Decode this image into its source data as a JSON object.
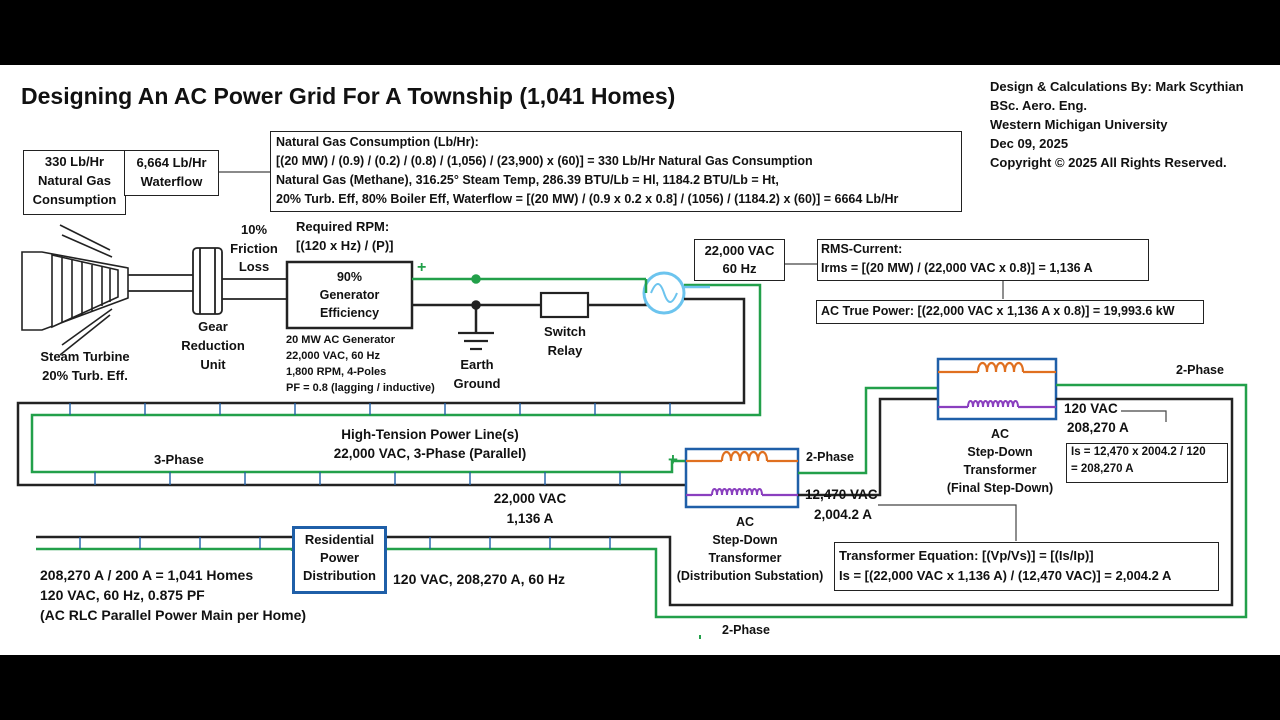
{
  "title": "Designing An AC Power Grid For A Township (1,041 Homes)",
  "credits": [
    "Design & Calculations By:  Mark Scythian",
    "BSc. Aero. Eng.",
    "Western Michigan University",
    "Dec 09, 2025",
    "Copyright © 2025 All Rights Reserved."
  ],
  "gas_box": [
    "330 Lb/Hr",
    "Natural Gas",
    "Consumption"
  ],
  "water_box": [
    "6,664 Lb/Hr",
    "Waterflow"
  ],
  "calc_box": [
    "Natural Gas Consumption (Lb/Hr):",
    "[(20 MW) / (0.9) / (0.2) / (0.8) / (1,056) / (23,900) x (60)] = 330 Lb/Hr Natural Gas Consumption",
    "Natural Gas (Methane), 316.25° Steam Temp, 286.39 BTU/Lb = Hl, 1184.2 BTU/Lb = Ht,",
    "20% Turb. Eff, 80% Boiler Eff, Waterflow = [(20 MW) / (0.9 x 0.2 x 0.8] / (1056) / (1184.2) x (60)] = 6664 Lb/Hr"
  ],
  "friction": [
    "10%",
    "Friction",
    "Loss"
  ],
  "rpm": [
    "Required RPM:",
    "[(120 x Hz) / (P)]"
  ],
  "generator_box": [
    "90%",
    "Generator",
    "Efficiency"
  ],
  "generator_specs": [
    "20 MW AC Generator",
    "22,000 VAC, 60 Hz",
    "1,800 RPM, 4-Poles",
    "PF = 0.8 (lagging / inductive)"
  ],
  "steam_turbine": [
    "Steam Turbine",
    "20% Turb. Eff."
  ],
  "gear": [
    "Gear",
    "Reduction",
    "Unit"
  ],
  "earth": [
    "Earth",
    "Ground"
  ],
  "switch": [
    "Switch",
    "Relay"
  ],
  "vac_box": [
    "22,000 VAC",
    "60 Hz"
  ],
  "rms_box": [
    "RMS-Current:",
    "Irms = [(20 MW) / (22,000 VAC x 0.8)] = 1,136 A"
  ],
  "true_power": "AC True Power:  [(22,000 VAC x 1,136 A x 0.8)] = 19,993.6 kW",
  "plus": "+",
  "hv_line": [
    "High-Tension Power Line(s)",
    "22,000 VAC, 3-Phase (Parallel)"
  ],
  "three_phase": "3-Phase",
  "two_phase": "2-Phase",
  "line_current": [
    "22,000 VAC",
    "1,136 A"
  ],
  "sub_label": [
    "AC",
    "Step-Down",
    "Transformer",
    "(Distribution Substation)"
  ],
  "out_12470": [
    "12,470 VAC",
    "2,004.2 A"
  ],
  "final_label": [
    "AC",
    "Step-Down",
    "Transformer",
    "(Final Step-Down)"
  ],
  "out_120": [
    "120 VAC",
    "208,270 A"
  ],
  "is_box": [
    "Is = 12,470 x 2004.2 / 120",
    "= 208,270 A"
  ],
  "tx_eq": [
    "Transformer Equation: [(Vp/Vs)] = [(Is/Ip)]",
    "Is = [(22,000 VAC x 1,136 A) / (12,470 VAC)] = 2,004.2 A"
  ],
  "res_box": [
    "Residential",
    "Power",
    "Distribution"
  ],
  "res_out": "120 VAC, 208,270 A, 60 Hz",
  "homes": [
    "208,270 A / 200 A = 1,041 Homes",
    "120 VAC, 60 Hz, 0.875 PF",
    "(AC RLC Parallel Power Main per Home)"
  ],
  "colors": {
    "green": "#22a04a",
    "blue": "#1f5fa8",
    "orange": "#e07020",
    "purple": "#8a3fbf",
    "cyan": "#6cc4ee"
  },
  "icons": [
    "steam-turbine-icon",
    "gear-reduction-icon",
    "ac-source-icon",
    "ground-icon",
    "switch-relay-icon",
    "transformer-coil-icon"
  ]
}
